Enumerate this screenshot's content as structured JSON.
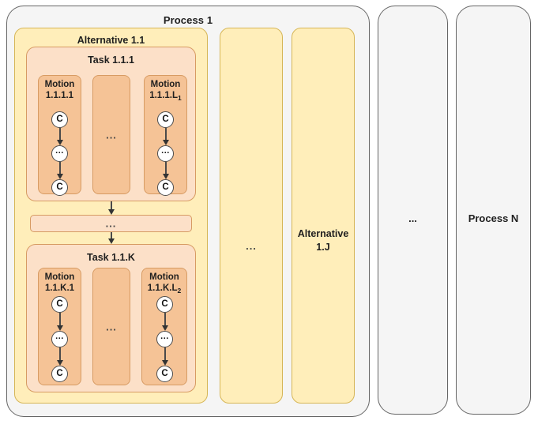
{
  "diagram": {
    "title": "Hierarchical Process / Alternative / Task / Motion decomposition",
    "colors": {
      "process_fill": "#f5f5f5",
      "process_stroke": "#666666",
      "alternative_fill": "#ffeeba",
      "alternative_stroke": "#d6b656",
      "task_fill": "#fce0c8",
      "task_stroke": "#d79b63",
      "motion_fill": "#f5c396",
      "motion_stroke": "#d79b63",
      "node_fill": "#ffffff",
      "node_stroke": "#4d4d4d",
      "arrow_color": "#4a4a4a"
    },
    "ellipsis": "...",
    "processes": [
      {
        "label": "Process 1",
        "alternatives": [
          {
            "label": "Alternative 1.1",
            "tasks": [
              {
                "label": "Task 1.1.1",
                "motions": [
                  {
                    "label_line1": "Motion",
                    "label_line2_main": "1.1.1.1",
                    "label_line2_sub": "",
                    "nodes": [
                      "C",
                      "...",
                      "C"
                    ]
                  },
                  {
                    "label_line1": "",
                    "label_line2_main": "",
                    "label_line2_sub": "",
                    "nodes": [],
                    "placeholder": "..."
                  },
                  {
                    "label_line1": "Motion",
                    "label_line2_main": "1.1.1.L",
                    "label_line2_sub": "1",
                    "nodes": [
                      "C",
                      "...",
                      "C"
                    ]
                  }
                ]
              },
              {
                "label": "...",
                "placeholder": true
              },
              {
                "label": "Task 1.1.K",
                "motions": [
                  {
                    "label_line1": "Motion",
                    "label_line2_main": "1.1.K.1",
                    "label_line2_sub": "",
                    "nodes": [
                      "C",
                      "...",
                      "C"
                    ]
                  },
                  {
                    "label_line1": "",
                    "label_line2_main": "",
                    "label_line2_sub": "",
                    "nodes": [],
                    "placeholder": "..."
                  },
                  {
                    "label_line1": "Motion",
                    "label_line2_main": "1.1.K.L",
                    "label_line2_sub": "2",
                    "nodes": [
                      "C",
                      "...",
                      "C"
                    ]
                  }
                ]
              }
            ]
          },
          {
            "label": "...",
            "placeholder": true
          },
          {
            "label_line1": "Alternative",
            "label_line2": "1.J"
          }
        ]
      },
      {
        "label": "...",
        "placeholder": true
      },
      {
        "label": "Process N"
      }
    ]
  },
  "labels": {
    "process1": "Process 1",
    "processN": "Process N",
    "process_ellipsis": "...",
    "alt11": "Alternative 1.1",
    "alt_ellipsis": "...",
    "alt1J_line1": "Alternative",
    "alt1J_line2": "1.J",
    "task111": "Task 1.1.1",
    "task11K": "Task 1.1.K",
    "task_ellipsis": "...",
    "motion_word": "Motion",
    "m1111": "1.1.1.1",
    "m111L_main": "1.1.1.L",
    "m111L_sub": "1",
    "m11K1": "1.1.K.1",
    "m11KL_main": "1.1.K.L",
    "m11KL_sub": "2",
    "motion_ellipsis": "...",
    "node_c": "C",
    "node_dots": "..."
  }
}
